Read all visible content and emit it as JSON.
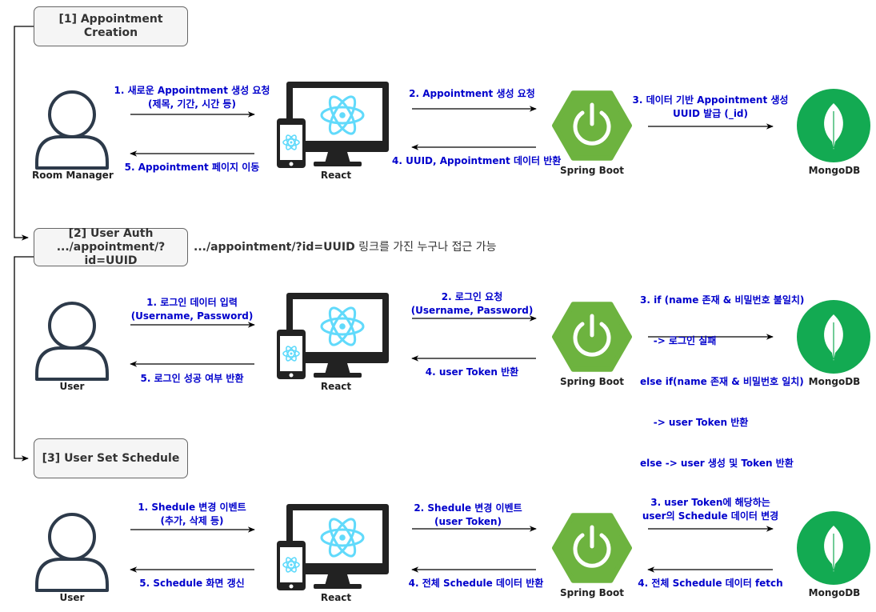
{
  "colors": {
    "arrow": "#000000",
    "text_blue": "#0000cc",
    "react": "#61dafb",
    "spring": "#6db33f",
    "mongo": "#13aa52",
    "monitor": "#222222"
  },
  "sections": [
    {
      "title": "[1] Appointment Creation",
      "actor": "Room Manager",
      "client": "React",
      "server": "Spring Boot",
      "db": "MongoDB",
      "steps": {
        "s1": [
          "1. 새로운 Appointment 생성 요청",
          "(제목, 기간, 시간 등)"
        ],
        "s2": [
          "2. Appointment 생성 요청"
        ],
        "s3": [
          "3. 데이터 기반 Appointment 생성",
          "UUID 발급 (_id)"
        ],
        "s4": [
          "4. UUID, Appointment 데이터 반환"
        ],
        "s5": [
          "5. Appointment 페이지 이동"
        ]
      }
    },
    {
      "title_lines": [
        "[2] User Auth",
        ".../appointment/?id=UUID"
      ],
      "note_bold": ".../appointment/?id=UUID",
      "note_rest": " 링크를 가진 누구나 접근 가능",
      "actor": "User",
      "client": "React",
      "server": "Spring Boot",
      "db": "MongoDB",
      "steps": {
        "s1": [
          "1. 로그인 데이터 입력",
          "(Username, Password)"
        ],
        "s2": [
          "2. 로그인 요청",
          "(Username, Password)"
        ],
        "s3": [
          "3. if (name 존재 & 비밀번호 불일치)",
          "    -> 로그인 실패",
          "else if(name 존재 & 비밀번호 일치)",
          "    -> user Token 반환",
          "else -> user 생성 및 Token 반환"
        ],
        "s4": [
          "4. user Token 반환"
        ],
        "s5": [
          "5. 로그인 성공 여부 반환"
        ]
      }
    },
    {
      "title": "[3] User Set Schedule",
      "actor": "User",
      "client": "React",
      "server": "Spring Boot",
      "db": "MongoDB",
      "steps": {
        "s1": [
          "1. Shedule 변경 이벤트",
          "(추가, 삭제 등)"
        ],
        "s2": [
          "2. Shedule 변경 이벤트",
          "(user Token)"
        ],
        "s3": [
          "3. user Token에 해당하는",
          "user의 Schedule 데이터 변경"
        ],
        "s4": [
          "4. 전체 Schedule 데이터 반환"
        ],
        "s4b": [
          "4. 전체 Schedule 데이터 fetch"
        ],
        "s5": [
          "5. Schedule 화면 갱신"
        ]
      }
    }
  ]
}
